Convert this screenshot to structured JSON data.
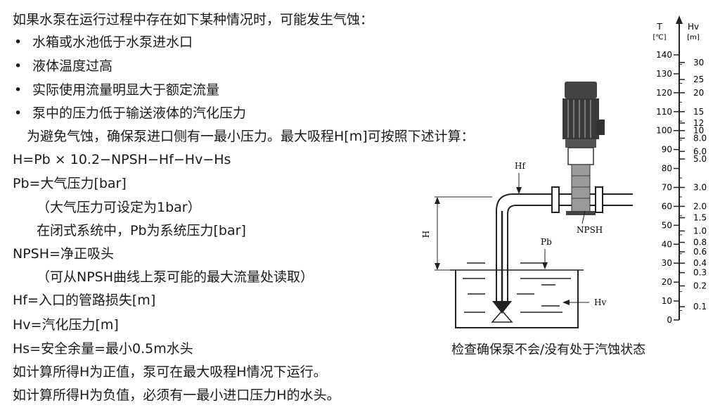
{
  "intro": "如果水泵在运行过程中存在如下某种情况时，可能发生气蚀：",
  "bullets": [
    "水箱或水池低于水泵进水口",
    "液体温度过高",
    "实际使用流量明显大于额定流量",
    "泵中的压力低于输送液体的汽化压力"
  ],
  "avoid_text": "为避免气蚀，确保泵进口侧有一最小压力。最大吸程H[m]可按照下述计算：",
  "formula": "H=Pb × 10.2−NPSH−Hf−Hv−Hs",
  "definitions": [
    "Pb=大气压力[bar]",
    "（大气压力可设定为1bar）",
    "在闭式系统中，Pb为系统压力[bar]",
    "NPSH=净正吸头",
    "（可从NPSH曲线上泵可能的最大流量处读取）",
    "Hf=入口的管路损失[m]",
    "Hv=汽化压力[m]",
    "Hs=安全余量=最小0.5m水头"
  ],
  "conclusions": [
    "如计算所得H为正值，泵可在最大吸程H情况下运行。",
    "如计算所得H为负值，必须有一最小进口压力H的水头。"
  ],
  "figure": {
    "label_hf": "Hf",
    "label_h": "H",
    "label_npsh": "NPSH",
    "label_pb": "Pb",
    "label_hv": "Hv",
    "caption": "检查确保泵不会/没有处于汽蚀状态"
  },
  "scale": {
    "t_title": "T",
    "t_unit": "[℃]",
    "hv_title": "Hv",
    "hv_unit": "[m]",
    "t_ticks": [
      "140",
      "130",
      "120",
      "110",
      "100",
      "90",
      "80",
      "70",
      "60",
      "50",
      "40",
      "30",
      "20",
      "10",
      "0"
    ],
    "hv_ticks": [
      "30",
      "25",
      "20",
      "15",
      "12",
      "10",
      "8.0",
      "6.0",
      "5.0",
      "3.0",
      "2.0",
      "1.5",
      "1.0",
      "0.8",
      "0.6",
      "0.4",
      "0.3",
      "0.2",
      "0.1"
    ]
  }
}
